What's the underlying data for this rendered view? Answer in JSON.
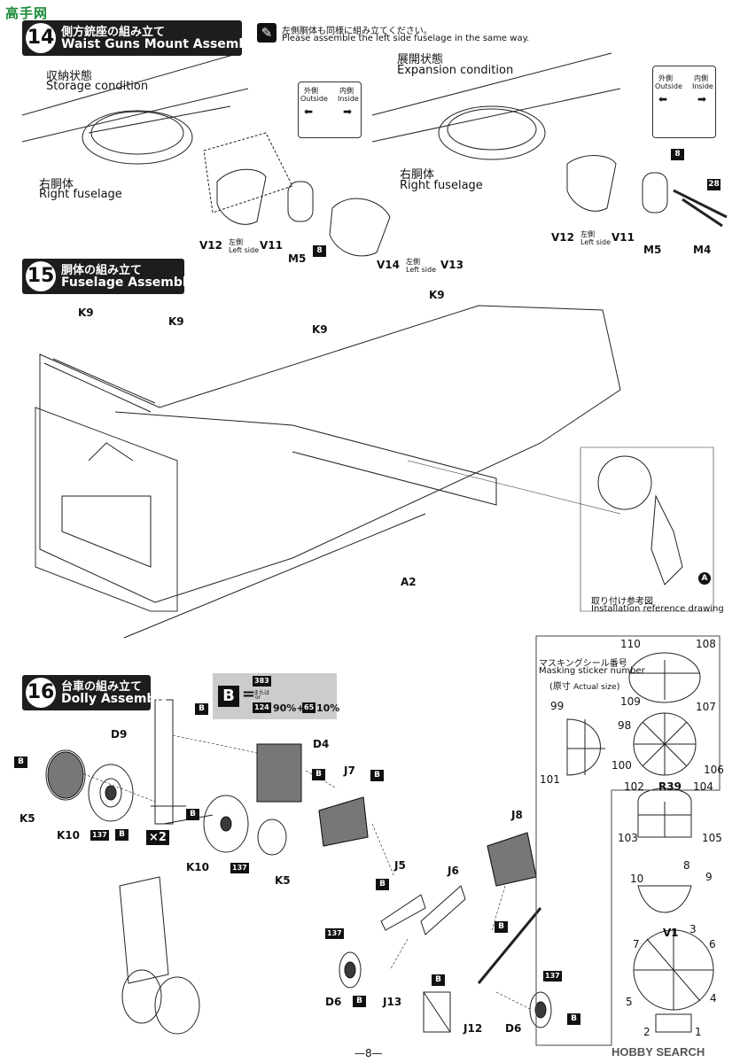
{
  "watermark": {
    "logo": "高手网",
    "brand": "HOBBY SEARCH"
  },
  "page_number": "—8—",
  "step14": {
    "number": "14",
    "title_jp": "側方銃座の組み立て",
    "title_en": "Waist Guns Mount Assembly",
    "note_jp": "左側胴体も同様に組み立てください。",
    "note_en": "Please assemble the left side fuselage in the same way.",
    "storage_jp": "収納状態",
    "storage_en": "Storage condition",
    "expansion_jp": "展開状態",
    "expansion_en": "Expansion condition",
    "right_fuselage_jp": "右胴体",
    "right_fuselage_en": "Right fuselage",
    "outside_jp": "外側",
    "outside_en": "Outside",
    "inside_jp": "内側",
    "inside_en": "Inside",
    "part_v12": "V12",
    "part_v11": "V11",
    "part_v13": "V13",
    "part_v14": "V14",
    "left_side_jp": "左側",
    "left_side_en": "Left side",
    "part_m5": "M5",
    "part_m4": "M4",
    "color_8": "8",
    "color_28": "28"
  },
  "step15": {
    "number": "15",
    "title_jp": "胴体の組み立て",
    "title_en": "Fuselage Assembly",
    "part_k9": "K9",
    "part_a2": "A2",
    "ref_jp": "取り付け参考図",
    "ref_en": "Installation reference drawing",
    "ref_marker": "A"
  },
  "step16": {
    "number": "16",
    "title_jp": "台車の組み立て",
    "title_en": "Dolly Assembly",
    "color_b": "B",
    "mix_primary": "383",
    "mix_or_jp": "または",
    "mix_or_en": "or",
    "mix_c1": "124",
    "mix_p1": "90%+",
    "mix_c2": "65",
    "mix_p2": "10%",
    "times": "×2",
    "parts": {
      "d9": "D9",
      "d4": "D4",
      "k5": "K5",
      "k10": "K10",
      "j7": "J7",
      "j8": "J8",
      "j5": "J5",
      "j6": "J6",
      "d6": "D6",
      "j13": "J13",
      "j12": "J12"
    },
    "color_137": "137"
  },
  "mask": {
    "title_jp": "マスキングシール番号",
    "title_en": "Masking sticker number",
    "size_jp": "原寸",
    "size_en": "Actual size",
    "n": [
      "110",
      "108",
      "109",
      "107",
      "99",
      "98",
      "100",
      "106",
      "101",
      "102",
      "104",
      "103",
      "105",
      "10",
      "8",
      "9",
      "7",
      "6",
      "5",
      "4",
      "3",
      "2",
      "1"
    ],
    "r39": "R39",
    "v1": "V1"
  }
}
